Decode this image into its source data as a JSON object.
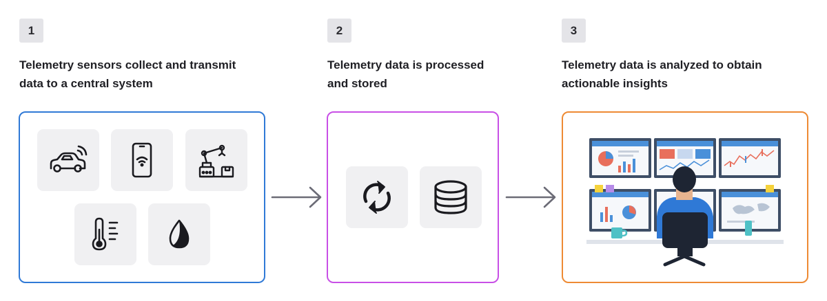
{
  "steps": [
    {
      "number": "1",
      "lines": [
        "Telemetry sensors collect and transmit",
        "data to a central system"
      ],
      "border_color": "#2f79d6",
      "icons": [
        "car-icon",
        "smartphone-icon",
        "robot-arm-icon",
        "thermometer-icon",
        "water-drop-icon"
      ]
    },
    {
      "number": "2",
      "lines": [
        "Telemetry data is processed",
        "and stored"
      ],
      "border_color": "#c84fe6",
      "icons": [
        "sync-icon",
        "database-icon"
      ]
    },
    {
      "number": "3",
      "lines": [
        "Telemetry data is analyzed to obtain",
        "actionable insights"
      ],
      "border_color": "#ee8a33",
      "icons": [
        "analyst-monitoring-dashboards-illustration"
      ]
    }
  ],
  "arrow_color": "#6b6b76"
}
